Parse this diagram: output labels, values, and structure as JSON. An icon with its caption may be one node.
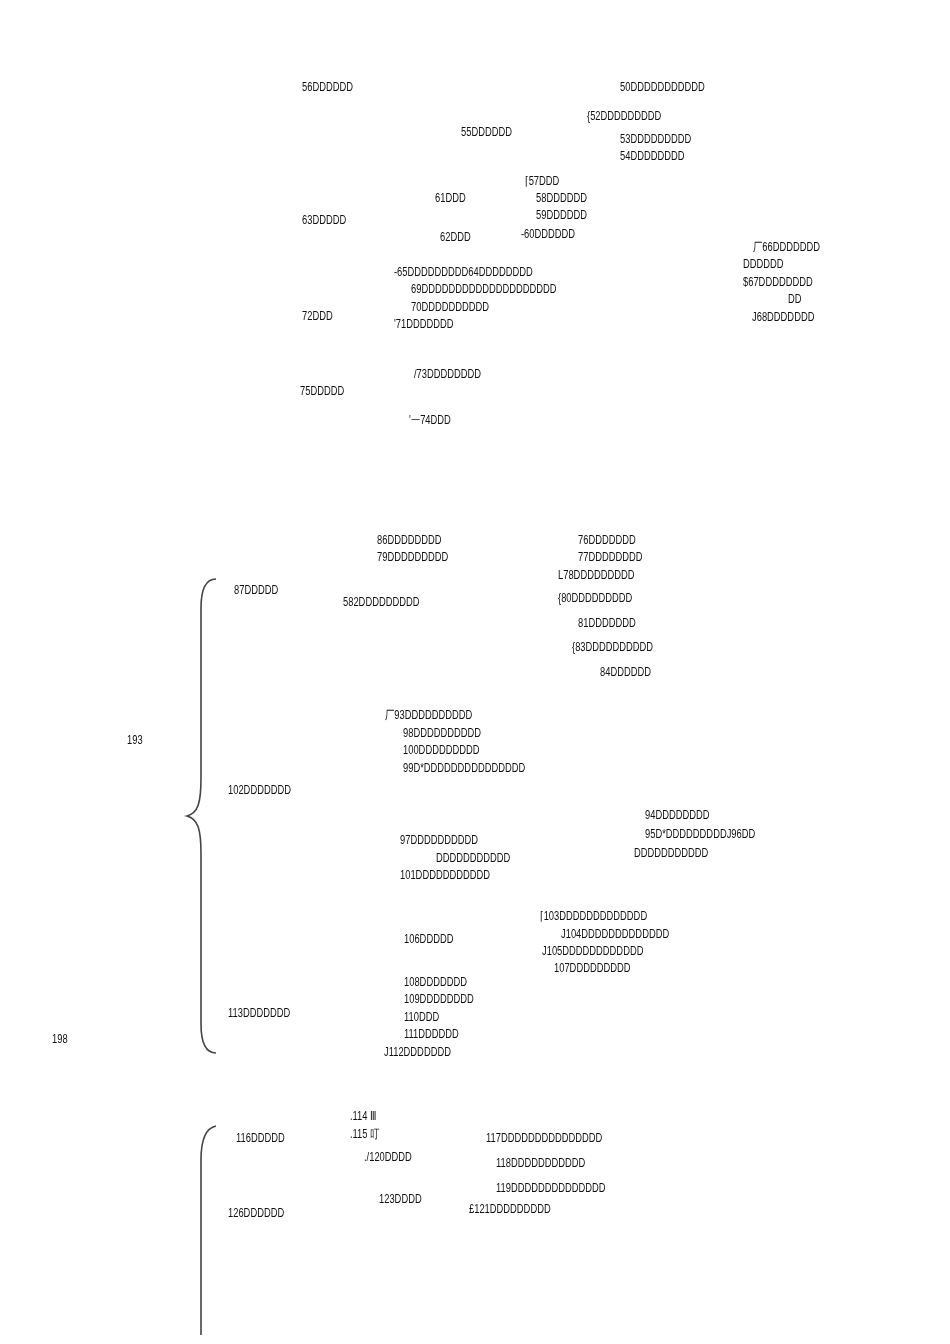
{
  "diagram": {
    "labels": [
      "56DDDDDD",
      "50DDDDDDDDDDD",
      "{52DDDDDDDDD",
      "55DDDDDD",
      "53DDDDDDDDD",
      "54DDDDDDDD",
      "⌈57DDD",
      "61DDD",
      "58DDDDDD",
      "59DDDDDD",
      "63DDDDD",
      "62DDD",
      "-60DDDDDD",
      "厂66DDDDDDD",
      "DDDDDD",
      "-65DDDDDDDDD64DDDDDDDD",
      "69DDDDDDDDDDDDDDDDDDDD",
      "$67DDDDDDDD",
      "DD",
      "70DDDDDDDDDD",
      "72DDD",
      "J68DDDDDDD",
      "'71DDDDDDD",
      "/73DDDDDDDD",
      "75DDDDD",
      "'一74DDD",
      "86DDDDDDDD",
      "76DDDDDDD",
      "79DDDDDDDDD",
      "77DDDDDDDD",
      "L78DDDDDDDDD",
      "87DDDDD",
      "582DDDDDDDDD",
      "{80DDDDDDDDD",
      "81DDDDDDD",
      "{83DDDDDDDDDD",
      "84DDDDDD",
      "厂93DDDDDDDDDD",
      "98DDDDDDDDDD",
      "193",
      "100DDDDDDDDD",
      "99D*DDDDDDDDDDDDDDD",
      "102DDDDDDD",
      "94DDDDDDDD",
      "95D*DDDDDDDDDJ96DD",
      "97DDDDDDDDDD",
      "DDDDDDDDDDD",
      "DDDDDDDDDDD",
      "101DDDDDDDDDDD",
      "⌈103DDDDDDDDDDDDD",
      "J104DDDDDDDDDDDDD",
      "106DDDDD",
      "J105DDDDDDDDDDDD",
      "107DDDDDDDDD",
      "108DDDDDDD",
      "109DDDDDDDD",
      "113DDDDDDD",
      "110DDD",
      "111DDDDDD",
      "198",
      "J112DDDDDDD",
      ".114 Ⅲ",
      "116DDDDD",
      ".115 叮",
      "117DDDDDDDDDDDDDDD",
      "./120DDDD",
      "118DDDDDDDDDDD",
      "119DDDDDDDDDDDDDD",
      "123DDDD",
      "£121DDDDDDDDD",
      "126DDDDDD"
    ]
  }
}
